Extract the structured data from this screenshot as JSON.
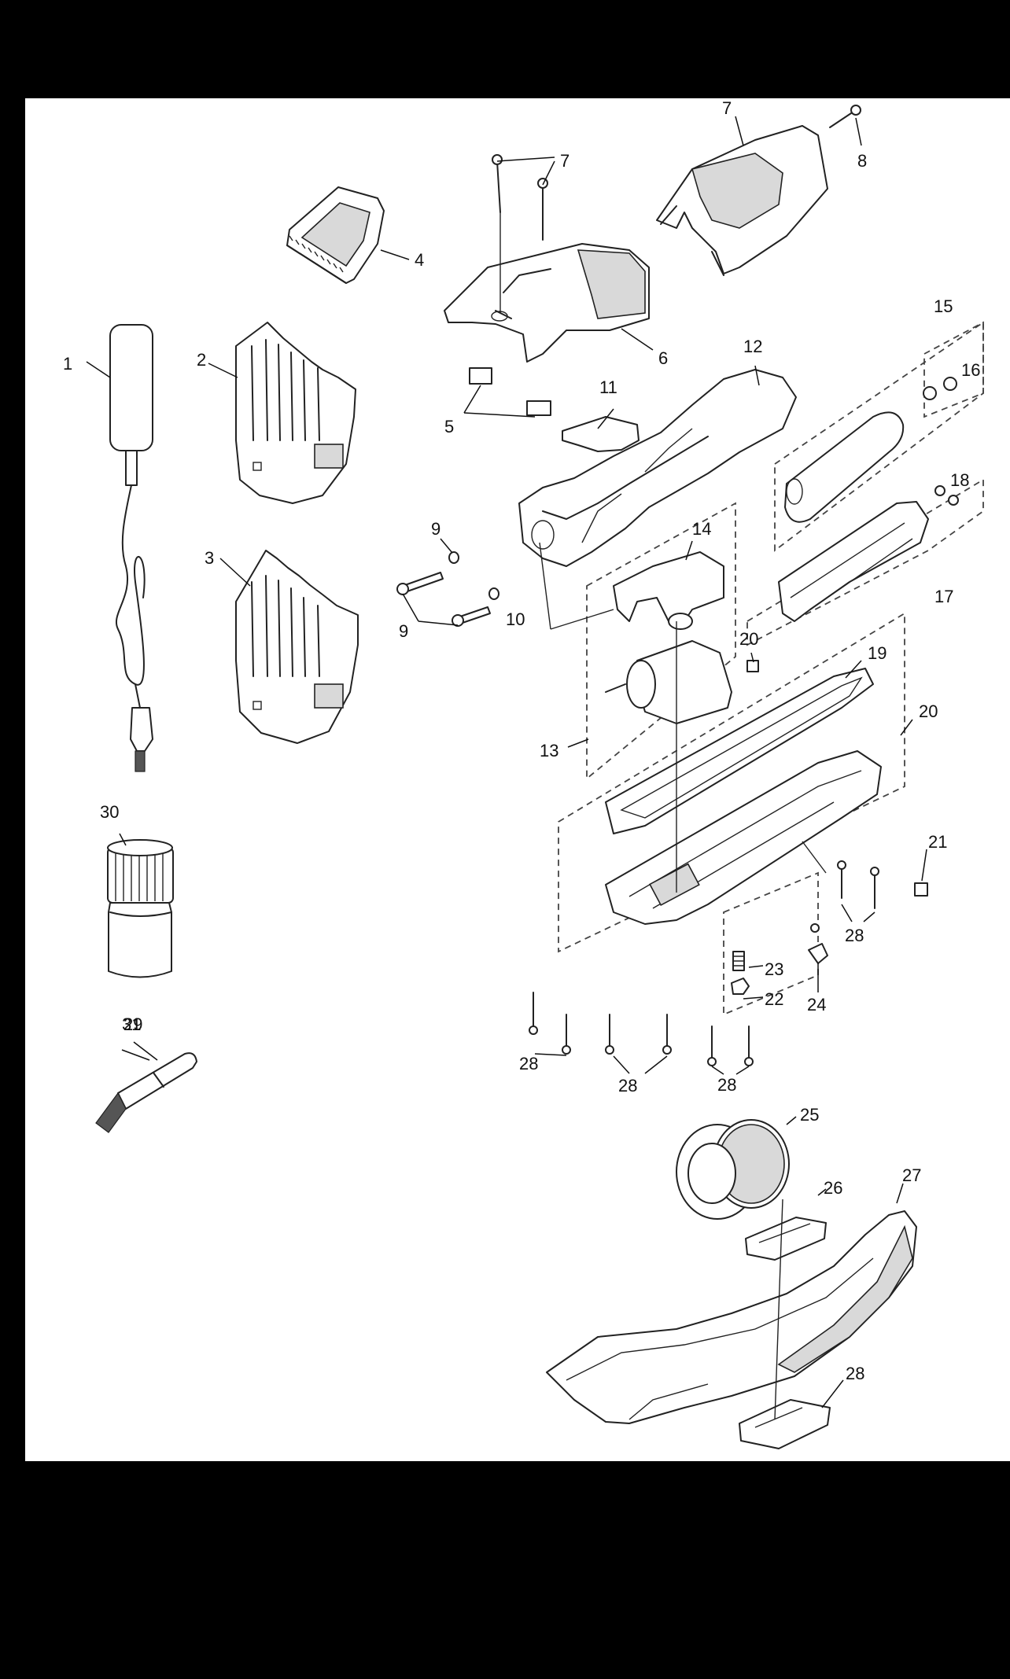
{
  "diagram": {
    "title": "",
    "colors": {
      "background": "#000000",
      "sheet": "#ffffff",
      "ink": "#222222"
    },
    "callouts": [
      "1",
      "2",
      "3",
      "4",
      "5",
      "6",
      "7",
      "7",
      "8",
      "9",
      "9",
      "10",
      "11",
      "12",
      "13",
      "14",
      "15",
      "16",
      "17",
      "18",
      "19",
      "20",
      "20",
      "21",
      "22",
      "23",
      "24",
      "25",
      "26",
      "27",
      "28",
      "28",
      "28",
      "28",
      "28",
      "29",
      "30",
      "31"
    ]
  }
}
